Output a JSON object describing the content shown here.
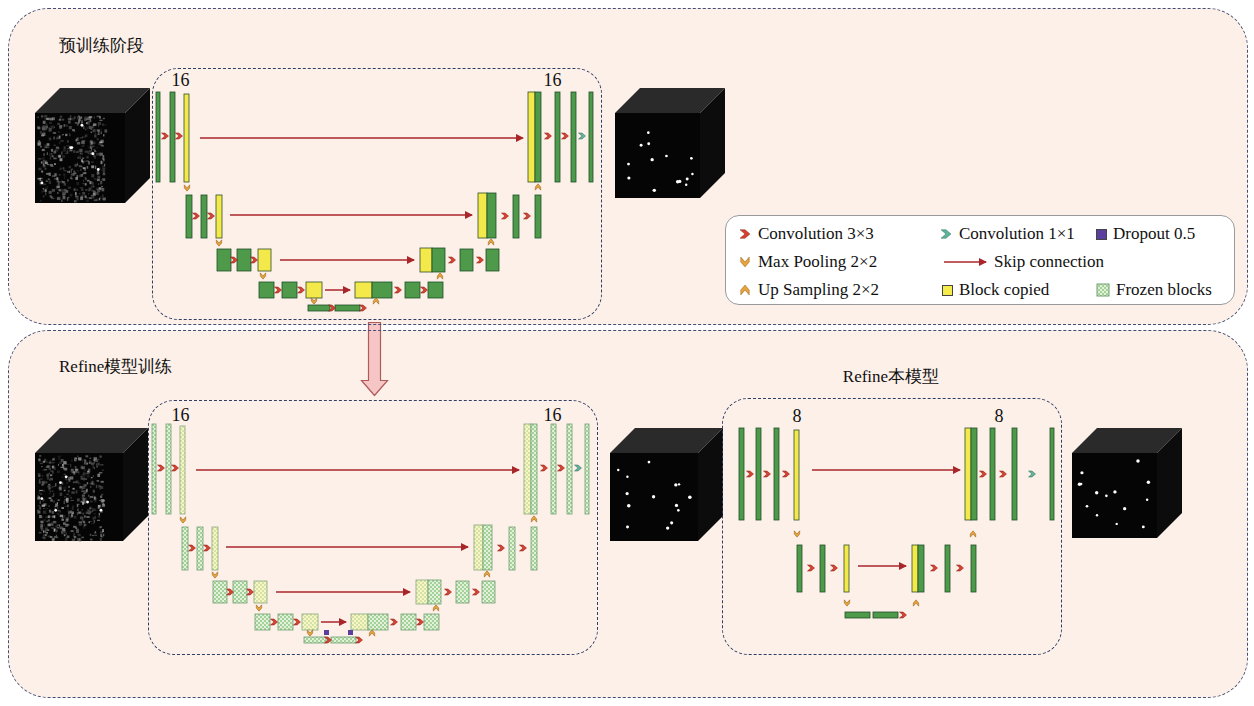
{
  "diagram": {
    "nodes": [
      {
        "text": [
          "预训练阶段"
        ]
      },
      {
        "text": [
          "16",
          "16"
        ],
        "in": 0
      },
      {
        "text": [
          "Refine模型训练"
        ]
      },
      {
        "text": [
          "16",
          "16"
        ],
        "in": 2
      },
      {
        "text": [
          "Refine本模型",
          "8",
          "8"
        ],
        "in": 2
      }
    ],
    "edges": [
      {
        "from": 1,
        "to": 3,
        "arrow": "to"
      }
    ],
    "legend": [
      {
        "text": "Convolution 3×3"
      },
      {
        "text": "Convolution 1×1"
      },
      {
        "text": "Dropout 0.5",
        "color": "#5b3f9e"
      },
      {
        "text": "Max Pooling 2×2"
      },
      {
        "text": "Skip connection"
      },
      {
        "text": "Up Sampling 2×2"
      },
      {
        "text": "Block copied",
        "color": "#f5ec4c"
      },
      {
        "text": "Frozen blocks"
      }
    ]
  }
}
